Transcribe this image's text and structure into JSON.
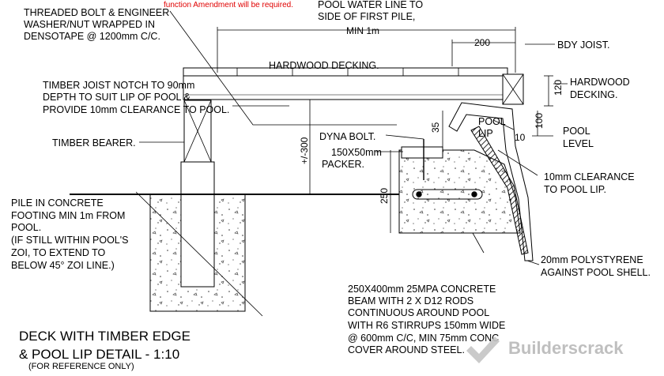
{
  "note_top": "function Amendment will be required.",
  "labels": {
    "bolt": [
      "THREADED BOLT & ENGINEER",
      "WASHER/NUT WRAPPED IN",
      "DENSOTAPE @ 1200mm C/C."
    ],
    "pool_water": [
      "POOL WATER LINE TO",
      "SIDE OF FIRST PILE,"
    ],
    "min_1m": "MIN 1m",
    "dim_200": "200",
    "bdy_joist": "BDY JOIST.",
    "hardwood_decking": "HARDWOOD DECKING.",
    "hardwood_decking_right": [
      "HARDWOOD",
      "DECKING."
    ],
    "dim_120": "120",
    "joist_notch": [
      "TIMBER JOIST NOTCH TO 90mm",
      "DEPTH TO SUIT LIP OF POOL &",
      "PROVIDE 10mm CLEARANCE TO POOL."
    ],
    "dyna_bolt": "DYNA BOLT.",
    "dim_35": "35",
    "pool_lip": [
      "POOL",
      "LIP"
    ],
    "dim_100": "100",
    "dim_10": "10",
    "pool_level": [
      "POOL",
      "LEVEL"
    ],
    "timber_bearer": "TIMBER BEARER.",
    "dim_300": "+/-300",
    "packer": [
      "150X50mm",
      "PACKER."
    ],
    "clearance": [
      "10mm CLEARANCE",
      "TO POOL LIP."
    ],
    "dim_250": "250",
    "pile": [
      "PILE IN CONCRETE",
      "FOOTING MIN 1m FROM",
      "POOL.",
      "(IF STILL WITHIN POOL'S",
      "ZOI, TO EXTEND TO",
      "BELOW 45° ZOI LINE.)"
    ],
    "polystyrene": [
      "20mm POLYSTYRENE",
      "AGAINST POOL SHELL."
    ],
    "beam": [
      "250X400mm 25MPA CONCRETE",
      "BEAM WITH 2 X D12 RODS",
      "CONTINUOUS AROUND POOL",
      "WITH R6 STIRRUPS 150mm WIDE",
      "@ 600mm C/C, MIN 75mm CONC",
      "COVER AROUND STEEL."
    ]
  },
  "title": [
    "DECK WITH TIMBER EDGE",
    "& POOL LIP DETAIL - 1:10"
  ],
  "subtitle": "(FOR REFERENCE ONLY)",
  "watermark": "Builderscrack"
}
